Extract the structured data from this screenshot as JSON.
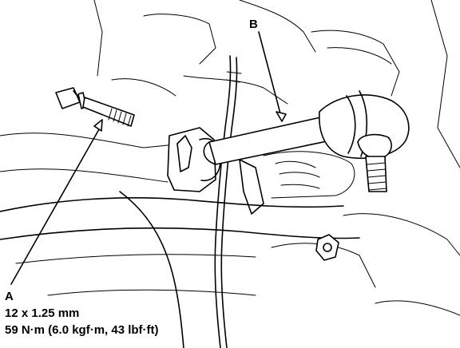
{
  "callouts": {
    "a": {
      "letter": "A",
      "lines": [
        "12 x 1.25 mm",
        "59 N·m (6.0 kgf·m, 43 lbf·ft)"
      ]
    },
    "b": {
      "letter": "B"
    }
  },
  "colors": {
    "ink": "#000000",
    "paper": "#ffffff"
  }
}
